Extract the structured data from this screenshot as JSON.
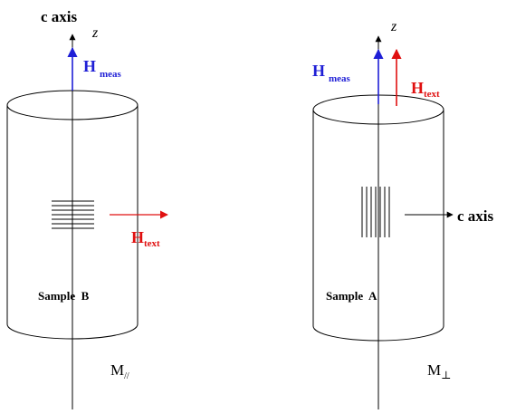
{
  "colors": {
    "black": "#000000",
    "blue": "#1f1fd6",
    "red": "#e01010"
  },
  "labels": {
    "c_axis_top": "c axis",
    "z_left": "z",
    "z_right": "z",
    "H": "H",
    "meas": "meas",
    "text": "text",
    "sample_b": "Sample  B",
    "sample_a": "Sample  A",
    "c_axis_right": "c axis",
    "M": "M",
    "parallel_sub": "//",
    "perp_sub": "⊥"
  }
}
